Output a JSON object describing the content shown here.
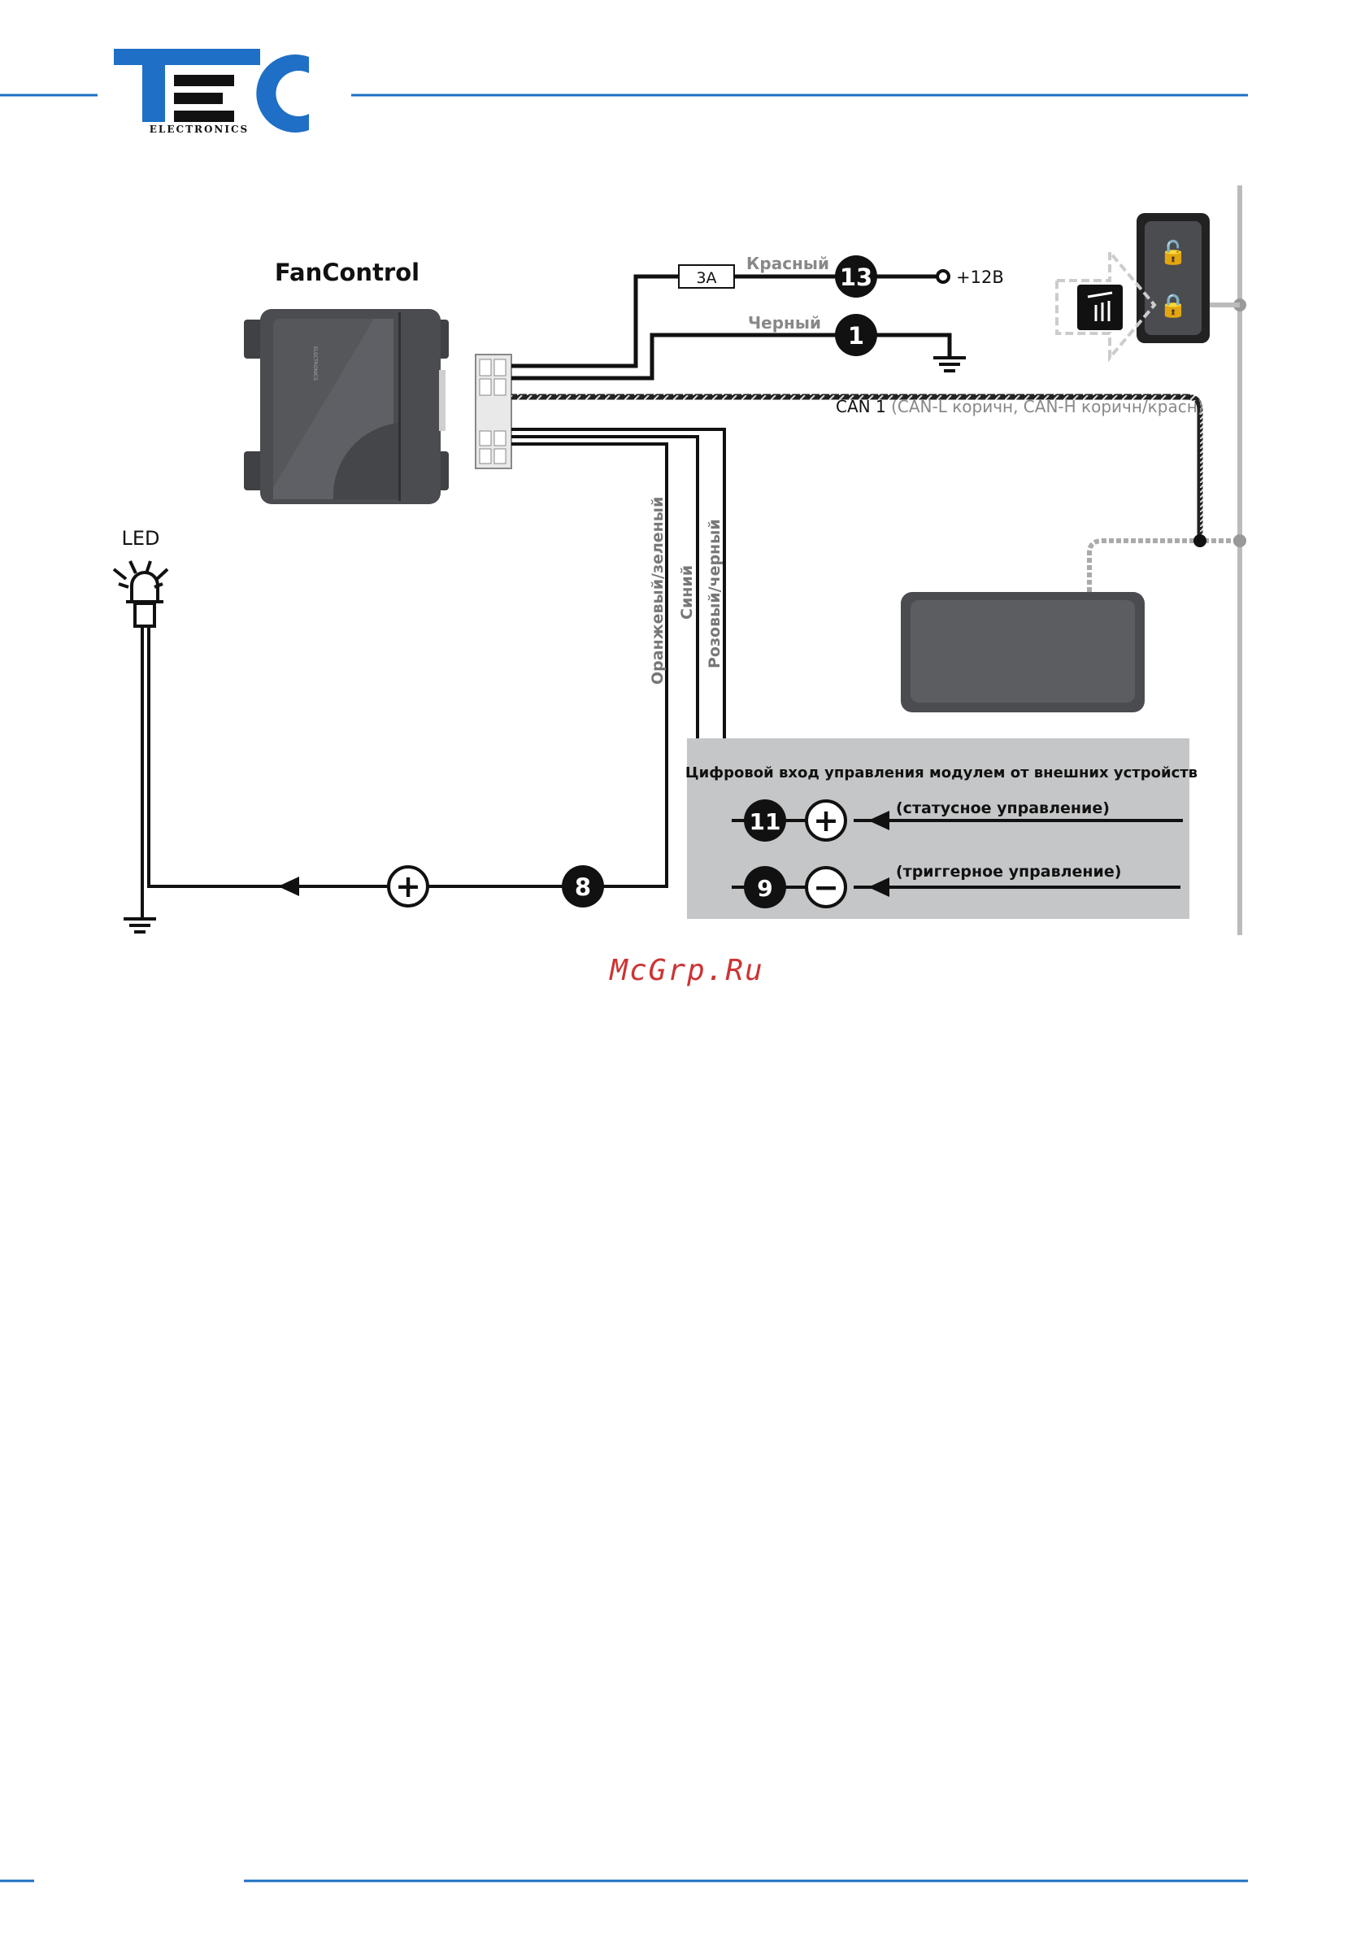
{
  "header": {
    "logo_text": "ELECTRONICS",
    "brand_color": "#1e6fc5"
  },
  "device": {
    "title": "FanControl",
    "logo_text": "ELECTRONICS"
  },
  "power": {
    "fuse_label": "3A",
    "red_wire_label": "Красный",
    "red_pin": "13",
    "plus_label": "+12В",
    "black_wire_label": "Черный",
    "black_pin": "1"
  },
  "can": {
    "label_main": "CAN 1",
    "label_detail": "(CAN-L коричн, CAN-H коричн/красн)"
  },
  "led": {
    "label": "LED",
    "pin": "8",
    "polarity": "+"
  },
  "wires": {
    "orange_green": "Оранжевый/зеленый",
    "blue": "Синий",
    "pink_black": "Розовый/черный"
  },
  "digital_input": {
    "title": "Цифровой вход управления модулем от внешних устройств",
    "status_pin": "11",
    "status_polarity": "+",
    "status_label": "(статусное управление)",
    "trigger_pin": "9",
    "trigger_polarity": "−",
    "trigger_label": "(триггерное управление)"
  },
  "watermark": "McGrp.Ru",
  "colors": {
    "wire": "#111111",
    "device_body": "#4a4c50",
    "input_panel": "#c5c6c7",
    "watermark": "#cc3333"
  }
}
